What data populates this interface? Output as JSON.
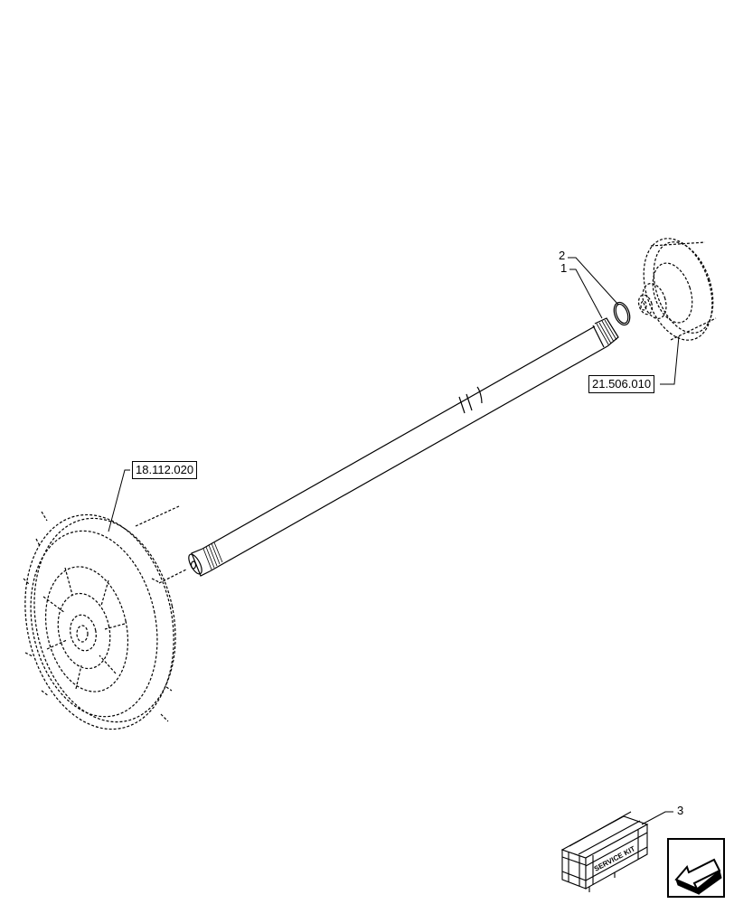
{
  "callouts": {
    "item_1": "1",
    "item_2": "2",
    "item_3": "3"
  },
  "references": {
    "gear_ref": "21.506.010",
    "hub_ref": "18.112.020"
  },
  "kit_box": {
    "label": "SERVICE KIT"
  },
  "navigation": {
    "icon": "arrow-back-icon"
  },
  "colors": {
    "line": "#000000",
    "background": "#ffffff"
  }
}
